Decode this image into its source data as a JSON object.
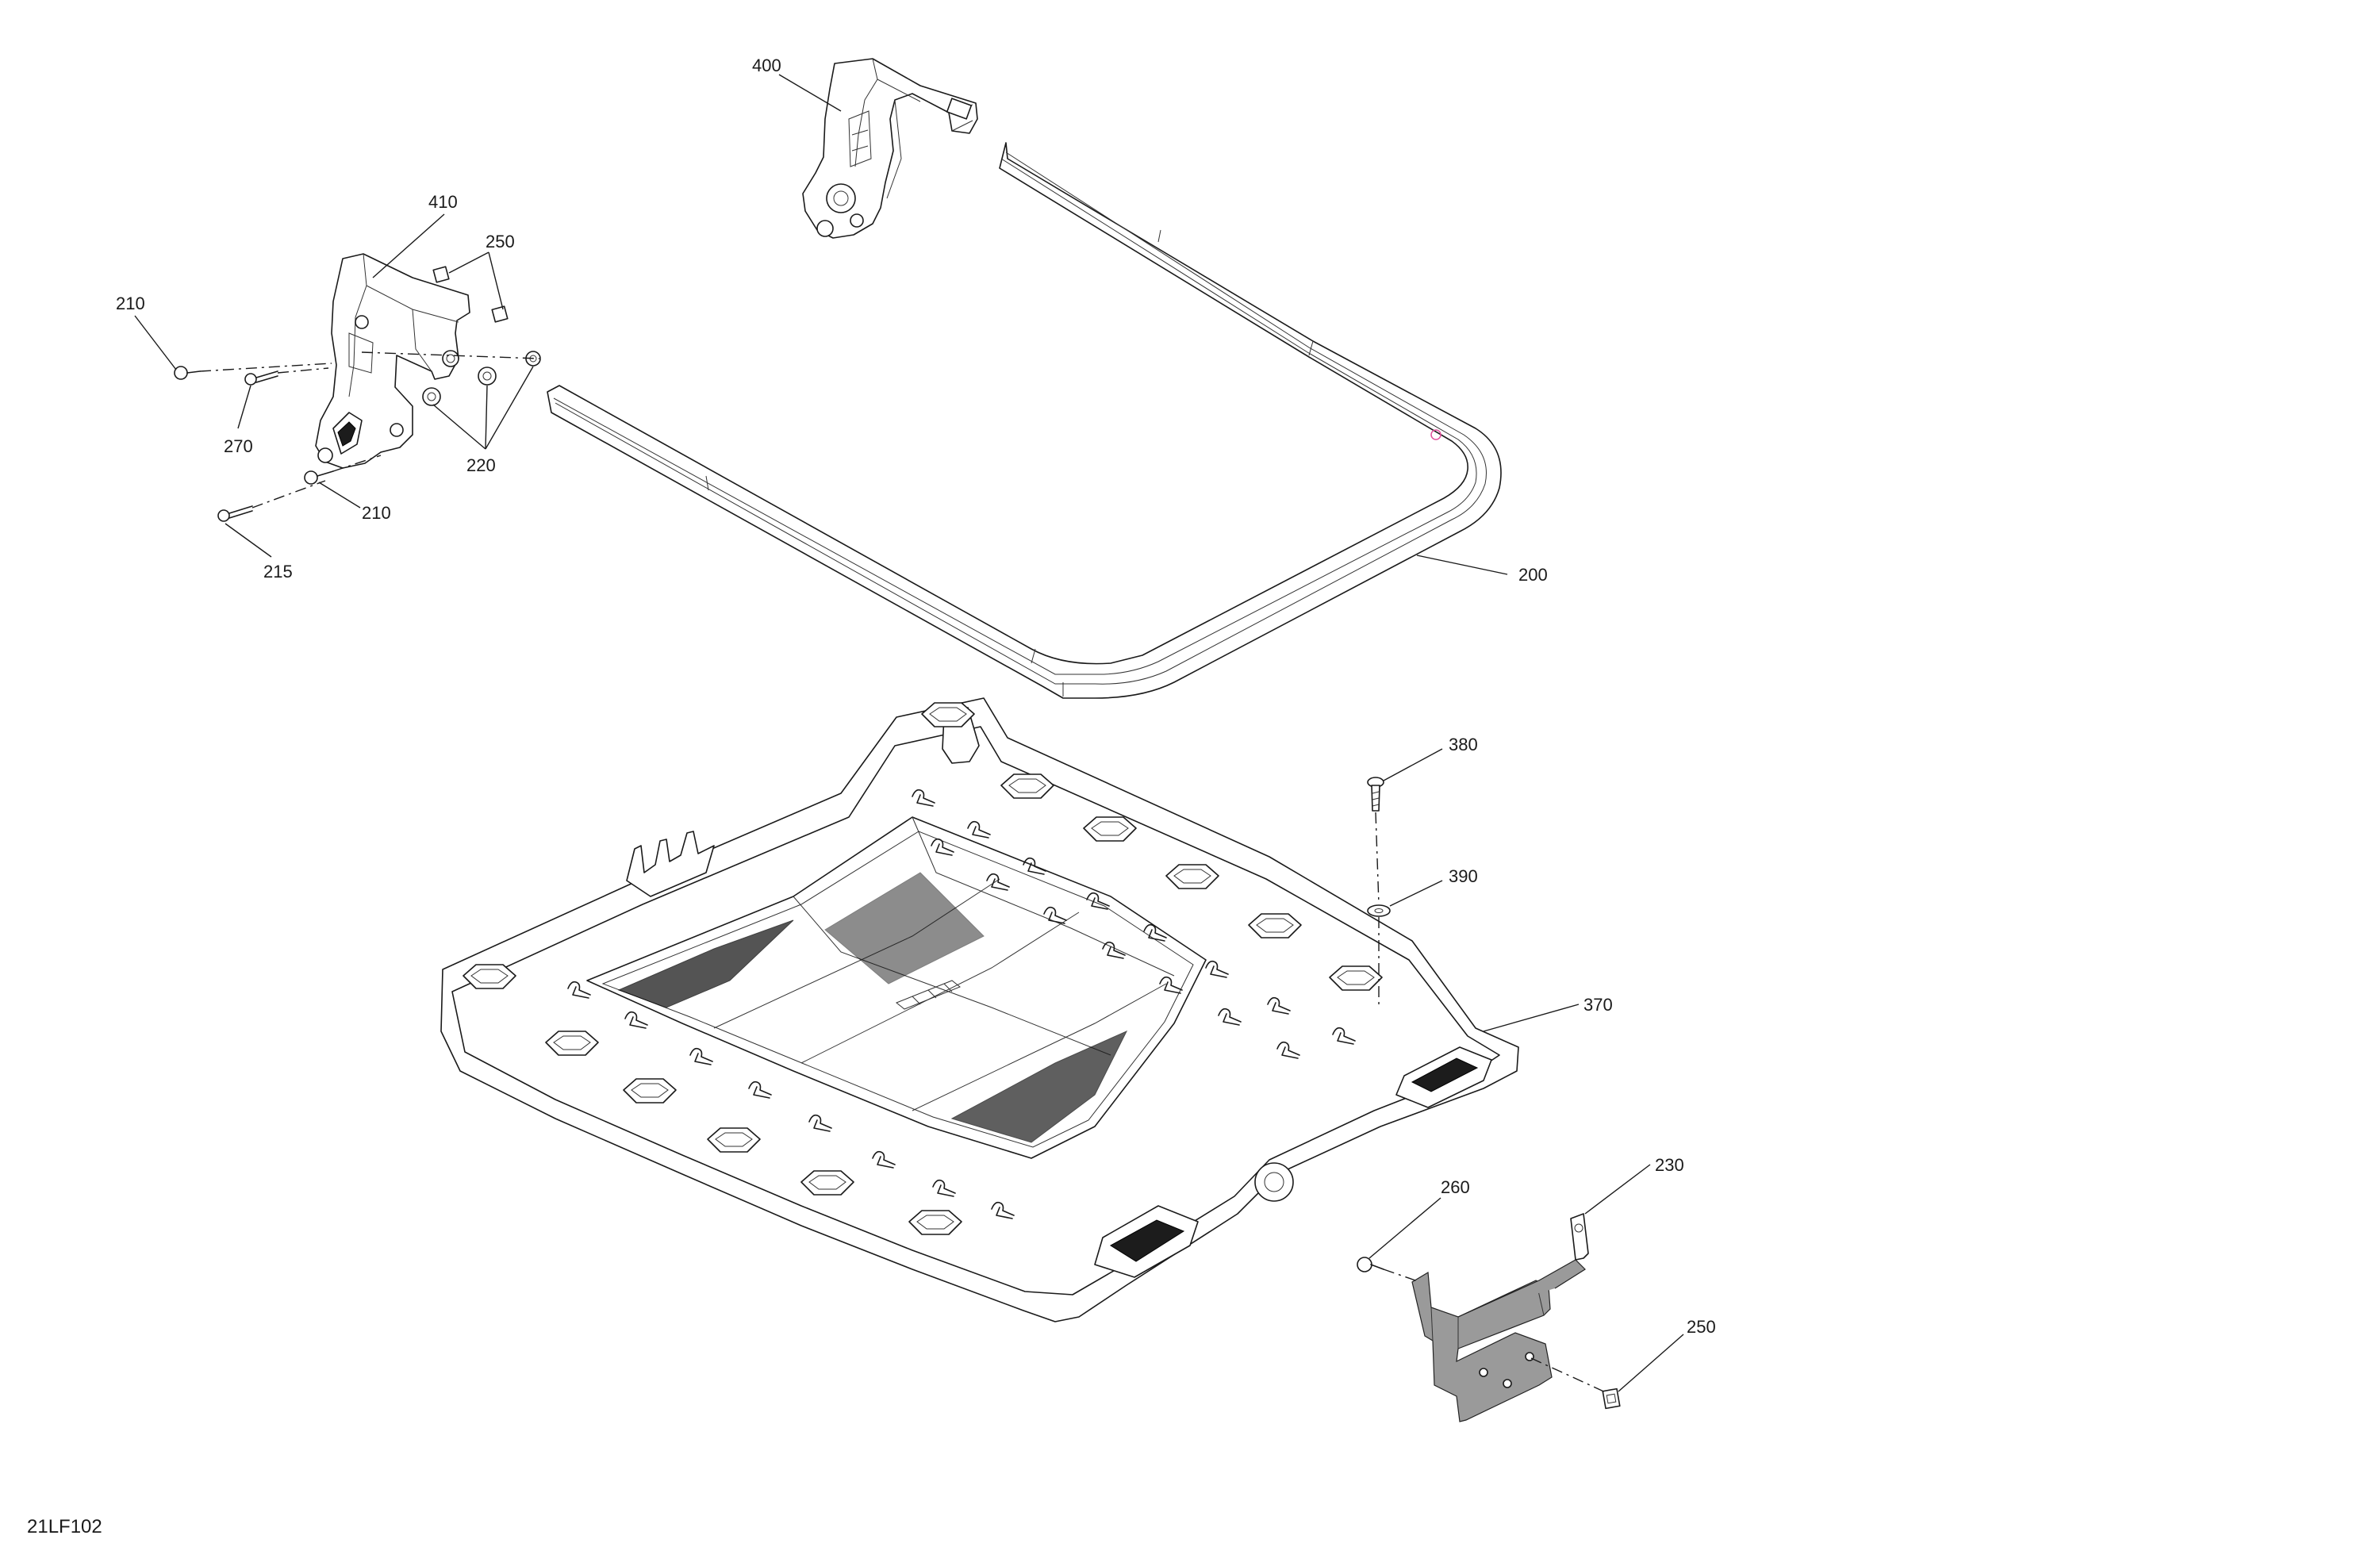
{
  "figure_code": "21LF102",
  "callouts": [
    {
      "id": "c400",
      "label": "400"
    },
    {
      "id": "c410",
      "label": "410"
    },
    {
      "id": "c250a",
      "label": "250"
    },
    {
      "id": "c210a",
      "label": "210"
    },
    {
      "id": "c270",
      "label": "270"
    },
    {
      "id": "c220",
      "label": "220"
    },
    {
      "id": "c210b",
      "label": "210"
    },
    {
      "id": "c215",
      "label": "215"
    },
    {
      "id": "c200",
      "label": "200"
    },
    {
      "id": "c380",
      "label": "380"
    },
    {
      "id": "c390",
      "label": "390"
    },
    {
      "id": "c370",
      "label": "370"
    },
    {
      "id": "c260",
      "label": "260"
    },
    {
      "id": "c230",
      "label": "230"
    },
    {
      "id": "c250b",
      "label": "250"
    }
  ]
}
